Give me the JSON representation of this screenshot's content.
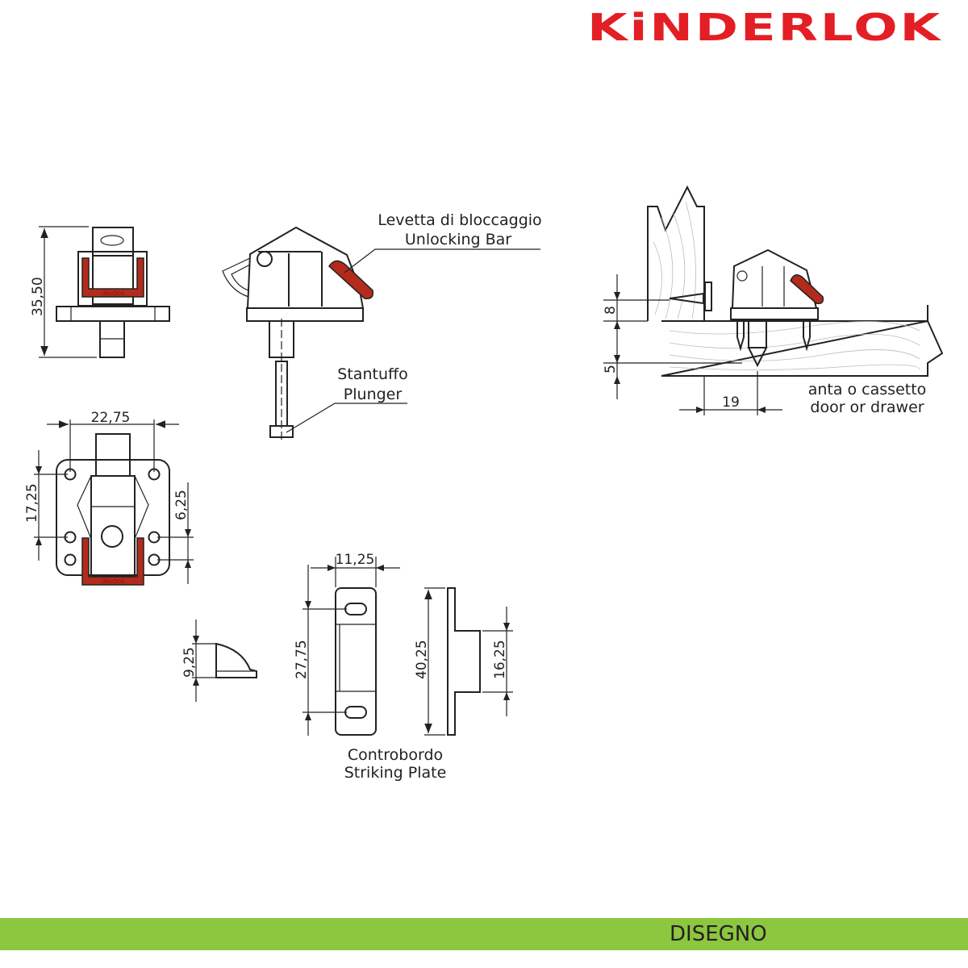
{
  "brand": {
    "logo_text": "KiNDERLOK",
    "color": "#e31e24"
  },
  "labels": {
    "unlocking_bar_it": "Levetta di bloccaggio",
    "unlocking_bar_en": "Unlocking Bar",
    "plunger_it": "Stantuffo",
    "plunger_en": "Plunger",
    "striking_plate_it": "Controbordo",
    "striking_plate_en": "Striking Plate",
    "door_it": "anta o cassetto",
    "door_en": "door or drawer",
    "unlock_tag": "UNLOCK"
  },
  "dimensions": {
    "height_total": "35,50",
    "width_holes": "22,75",
    "hole_spacing_v": "17,25",
    "hole_offset": "6,25",
    "plate_width": "11,25",
    "plate_slot_spacing": "27,75",
    "plate_length": "40,25",
    "plate_lip": "16,25",
    "block_height": "9,25",
    "install_8": "8",
    "install_5": "5",
    "install_19": "19"
  },
  "footer": {
    "label": "DISEGNO",
    "color": "#8dc63f"
  }
}
